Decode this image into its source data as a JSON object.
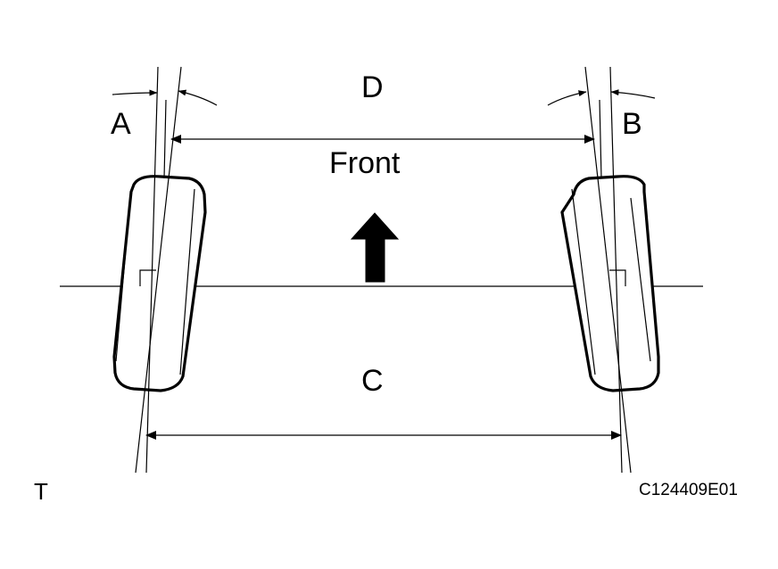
{
  "labels": {
    "angle_left": "A",
    "angle_right": "B",
    "rear_distance": "C",
    "front_distance": "D",
    "direction": "Front",
    "corner_mark": "T",
    "figure_code": "C124409E01"
  },
  "colors": {
    "stroke": "#000000",
    "background": "#ffffff"
  },
  "icons": {
    "direction_arrow": "up-arrow-icon"
  }
}
